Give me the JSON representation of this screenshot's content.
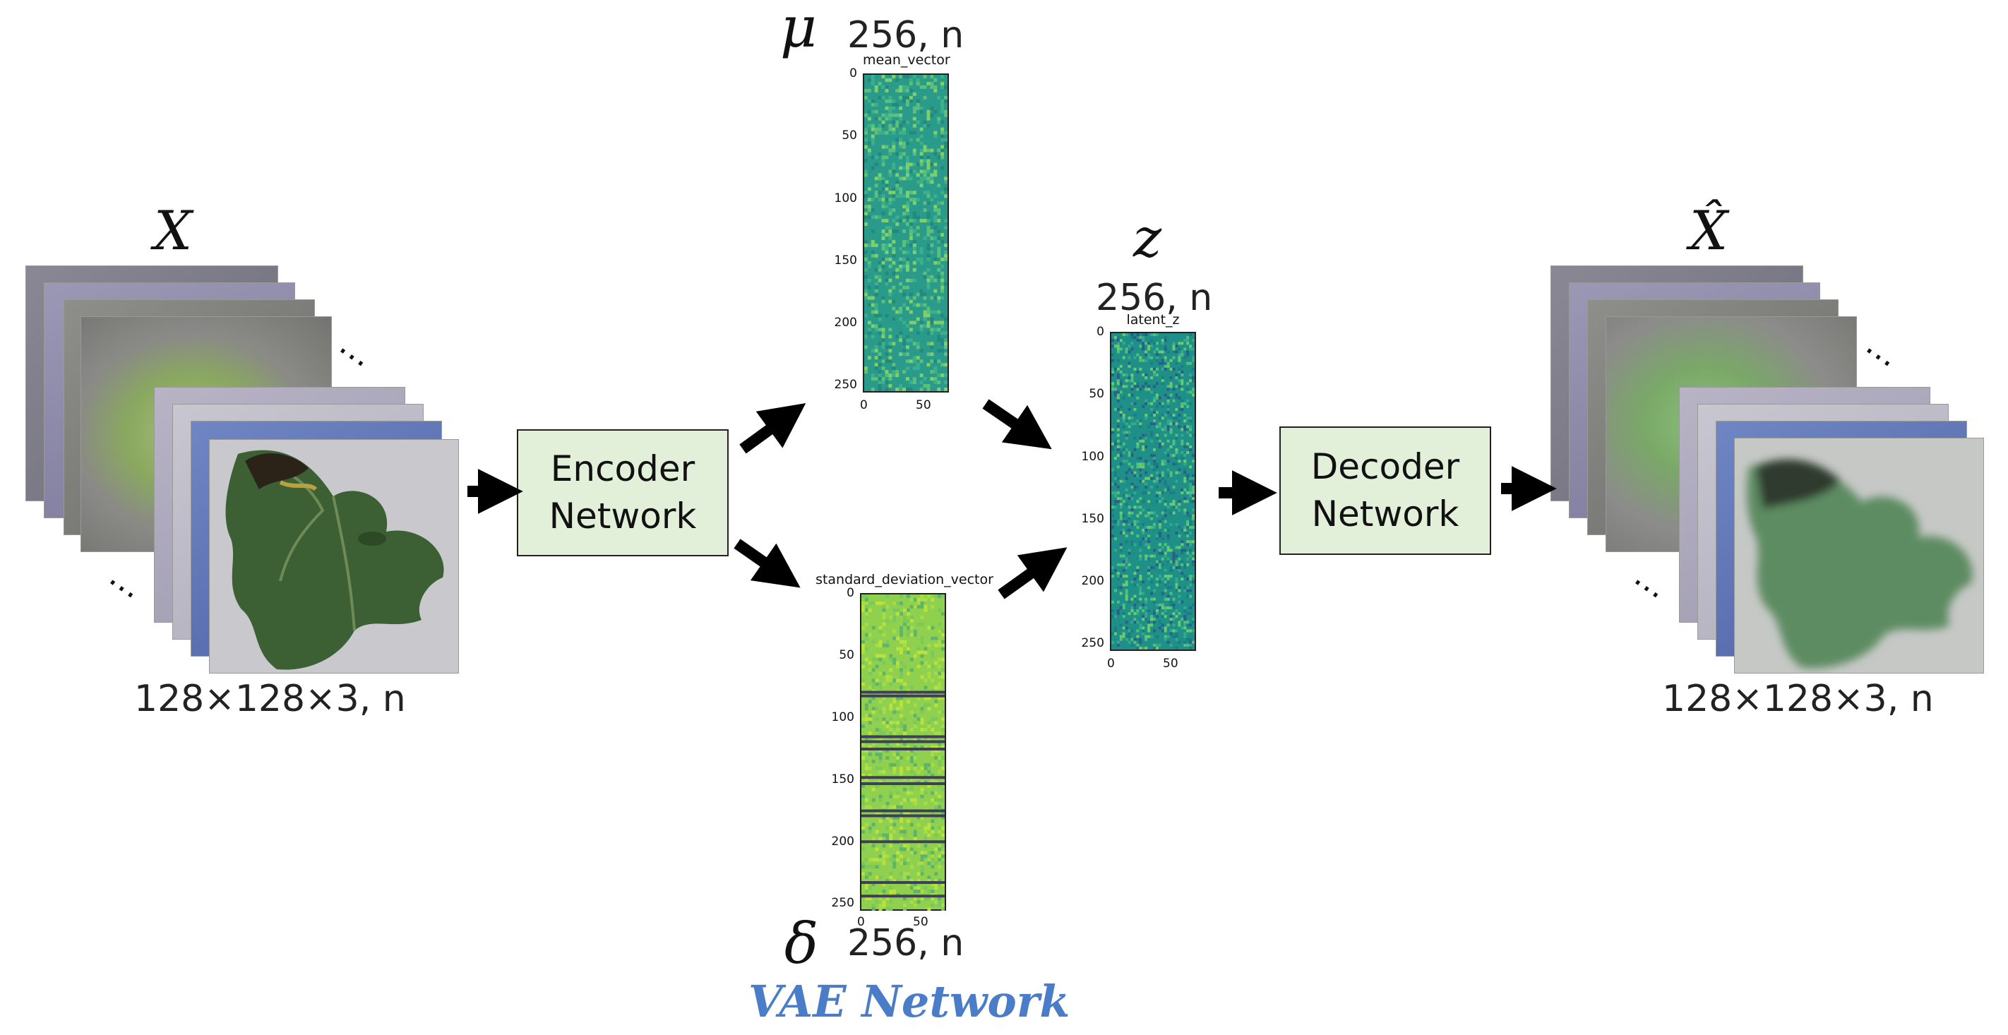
{
  "input": {
    "symbol": "X",
    "dims": "128×128×3, n"
  },
  "encoder": {
    "line1": "Encoder",
    "line2": "Network"
  },
  "mean": {
    "symbol": "μ",
    "dims": "256, n",
    "plot_title": "mean_vector",
    "yticks": [
      "0",
      "50",
      "100",
      "150",
      "200",
      "250"
    ],
    "xticks": [
      "0",
      "50"
    ]
  },
  "std": {
    "symbol": "δ",
    "dims": "256, n",
    "plot_title": "standard_deviation_vector",
    "yticks": [
      "0",
      "50",
      "100",
      "150",
      "200",
      "250"
    ],
    "xticks": [
      "0",
      "50"
    ]
  },
  "latent": {
    "symbol": "z",
    "dims": "256, n",
    "plot_title": "latent_z",
    "yticks": [
      "0",
      "50",
      "100",
      "150",
      "200",
      "250"
    ],
    "xticks": [
      "0",
      "50"
    ]
  },
  "decoder": {
    "line1": "Decoder",
    "line2": "Network"
  },
  "output": {
    "symbol": "X̂",
    "dims": "128×128×3, n"
  },
  "caption": "VAE Network",
  "colors": {
    "box_fill": "#e2efd9",
    "caption": "#4a7cc7",
    "mean_map": "#2a9a8a",
    "std_map": "#8fd14f",
    "latent_map": "#1f9088"
  },
  "ellipsis": "⋯"
}
